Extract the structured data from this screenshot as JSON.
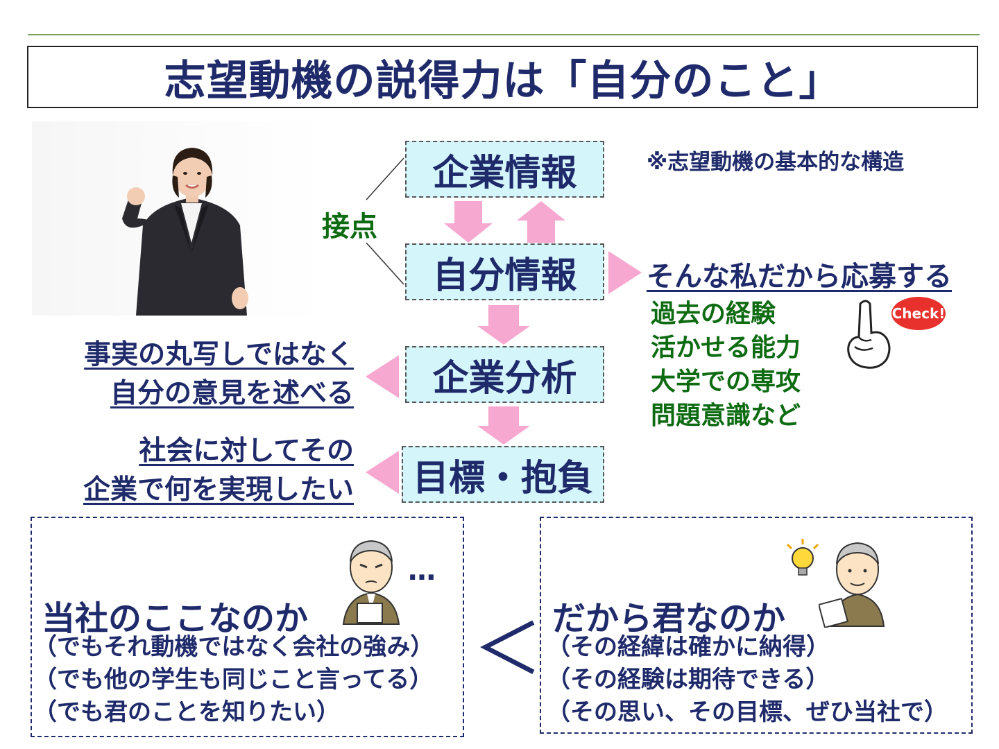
{
  "title": "志望動機の説得力は「自分のこと」",
  "note": "※志望動機の基本的な構造",
  "contact_label": "接点",
  "flow": {
    "box1": "企業情報",
    "box2": "自分情報",
    "box3": "企業分析",
    "box4": "目標・抱負"
  },
  "reason": "そんな私だから応募する",
  "check_items": [
    "過去の経験",
    "活かせる能力",
    "大学での専攻",
    "問題意識など"
  ],
  "check_badge": "Check!",
  "left_statements": {
    "analysis": [
      "事実の丸写しではなく",
      "自分の意見を述べる"
    ],
    "goal": [
      "社会に対してその",
      "企業で何を実現したい"
    ]
  },
  "ellipsis": "…",
  "comparison": "＜",
  "left_panel": {
    "heading": "当社のここなのか",
    "lines": [
      "（でもそれ動機ではなく会社の強み）",
      "（でも他の学生も同じこと言ってる）",
      "（でも君のことを知りたい）"
    ]
  },
  "right_panel": {
    "heading": "だから君なのか",
    "lines": [
      "（その経緯は確かに納得）",
      "（その経験は期待できる）",
      "（その思い、その目標、ぜひ当社で）"
    ]
  },
  "colors": {
    "navy": "#1f2a6b",
    "green": "#0e6b12",
    "box_fill": "#d4f6fb",
    "arrow_pink": "#f7a8d0",
    "badge_red": "#e8302c"
  }
}
